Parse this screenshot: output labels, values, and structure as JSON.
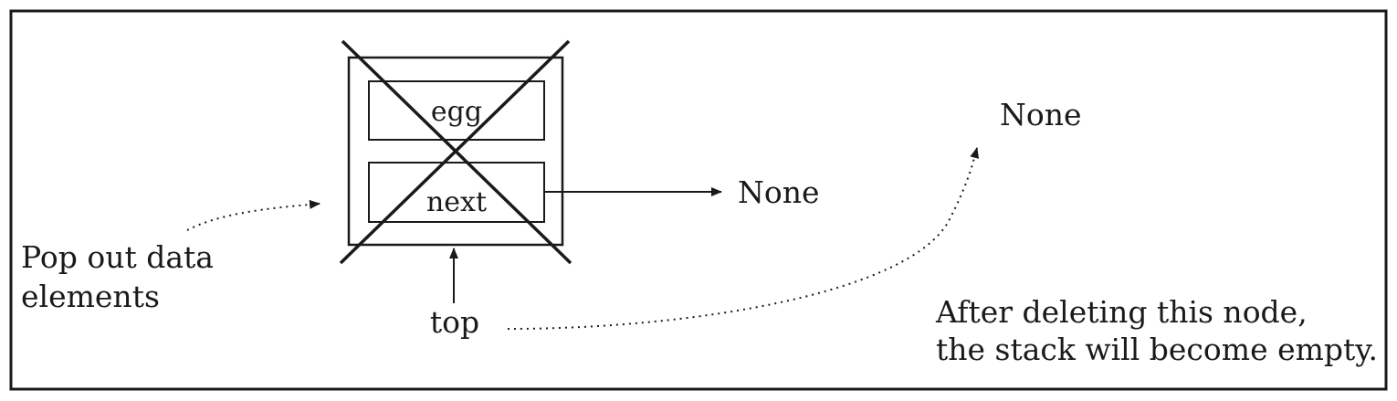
{
  "diagram": {
    "node": {
      "data_field": "egg",
      "next_field": "next"
    },
    "next_target": "None",
    "top_pointer": "top",
    "new_top": "None",
    "left_caption": {
      "line1": "Pop out data",
      "line2": "elements"
    },
    "right_caption": {
      "line1": "After deleting this node,",
      "line2": "the stack will become empty."
    }
  }
}
